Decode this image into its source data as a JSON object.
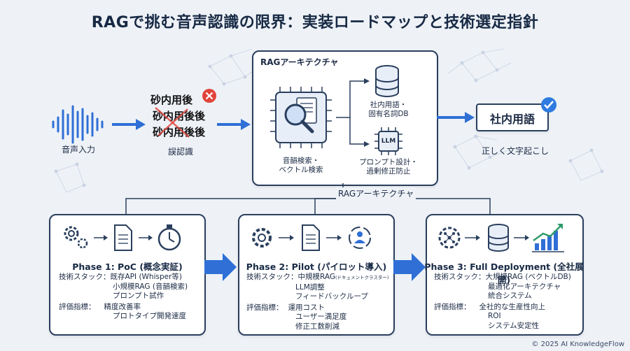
{
  "title": "RAGで挑む音声認識の限界：実装ロードマップと技術選定指針",
  "input": {
    "label": "音声入力"
  },
  "misrecognition": {
    "lines": [
      "砂内用後",
      "砂内用後後",
      "砂内用後後"
    ],
    "label": "誤認識"
  },
  "rag": {
    "box_title": "RAGアーキテクチャ",
    "search_label": [
      "音韻検索・",
      "ベクトル検索"
    ],
    "db_label": [
      "社内用語・",
      "固有名詞DB"
    ],
    "llm_chip": "LLM",
    "llm_label": [
      "プロンプト設計・",
      "過剰修正防止"
    ],
    "bottom_label": "RAGアーキテクチャ"
  },
  "output": {
    "term": "社内用語",
    "label": "正しく文字起こし"
  },
  "phases": [
    {
      "title": "Phase 1: PoC (概念実証)",
      "stack_key": "技術スタック：",
      "stack": [
        "既存API (Whisper等)",
        "小規模RAG (音韻検索)",
        "プロンプト試作"
      ],
      "metric_key": "評価指標：",
      "metrics": [
        "精度改善率",
        "プロトタイプ開発速度"
      ]
    },
    {
      "title": "Phase 2: Pilot (パイロット導入)",
      "stack_key": "技術スタック：",
      "stack": [
        "中規模RAG",
        "LLM調整",
        "フィードバックループ"
      ],
      "stack_note": "(ドキュメントクラスター)",
      "metric_key": "評価指標：",
      "metrics": [
        "運用コスト",
        "ユーザー満足度",
        "修正工数削減"
      ]
    },
    {
      "title": "Phase 3: Full Deployment (全社展開)",
      "stack_key": "技術スタック：",
      "stack": [
        "大規模RAG (ベクトルDB)",
        "最適化アーキテクチャ",
        "統合システム"
      ],
      "metric_key": "評価指標：",
      "metrics": [
        "全社的な生産性向上",
        "ROI",
        "システム安定性"
      ]
    }
  ],
  "footer": "© 2025 AI KnowledgeFlow",
  "colors": {
    "accent": "#2f6fd6",
    "dark": "#2a3f5e",
    "red": "#e0443a",
    "check": "#2f7be0"
  },
  "icons": [
    "soundwave-icon",
    "error-x-icon",
    "document-search-icon",
    "database-icon",
    "llm-chip-icon",
    "check-badge-icon",
    "gear-icon",
    "document-icon",
    "stopwatch-icon",
    "cycle-user-icon",
    "neural-network-icon",
    "growth-chart-icon"
  ]
}
